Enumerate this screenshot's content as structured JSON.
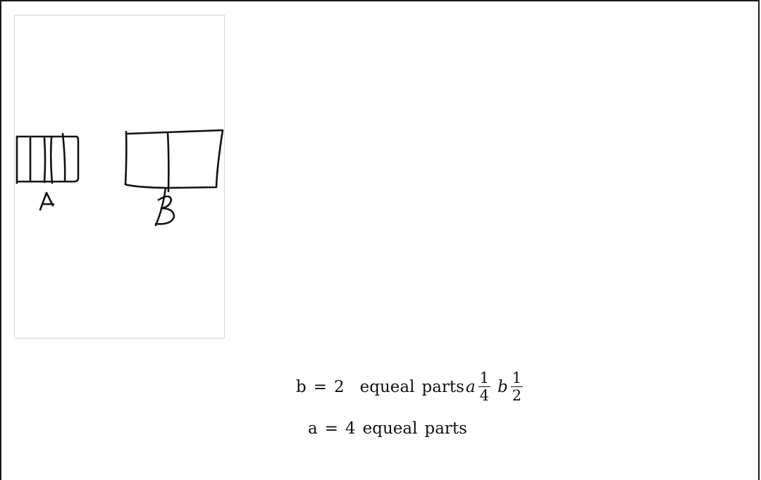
{
  "drawing": {
    "label_a": "A",
    "label_b": "B"
  },
  "line1": {
    "var": "b",
    "eq": "=",
    "num": "2",
    "text1": "equeal",
    "text2": "parts",
    "frac_a_var": "a",
    "frac_a_num": "1",
    "frac_a_den": "4",
    "frac_b_var": "b",
    "frac_b_num": "1",
    "frac_b_den": "2"
  },
  "line2": {
    "var": "a",
    "eq": "=",
    "num": "4",
    "text1": "equeal",
    "text2": "parts"
  }
}
